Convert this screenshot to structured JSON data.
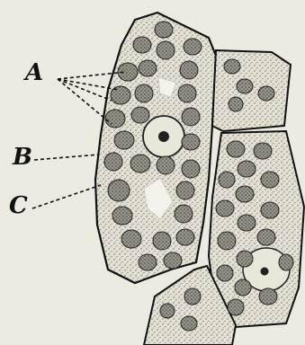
{
  "labels": {
    "a": "A",
    "b": "B",
    "c": "C"
  },
  "colors": {
    "background": "#eceae1",
    "ink": "#111111",
    "cytoplasm": "#d9d6c9",
    "nucleus": "#7a776f"
  }
}
